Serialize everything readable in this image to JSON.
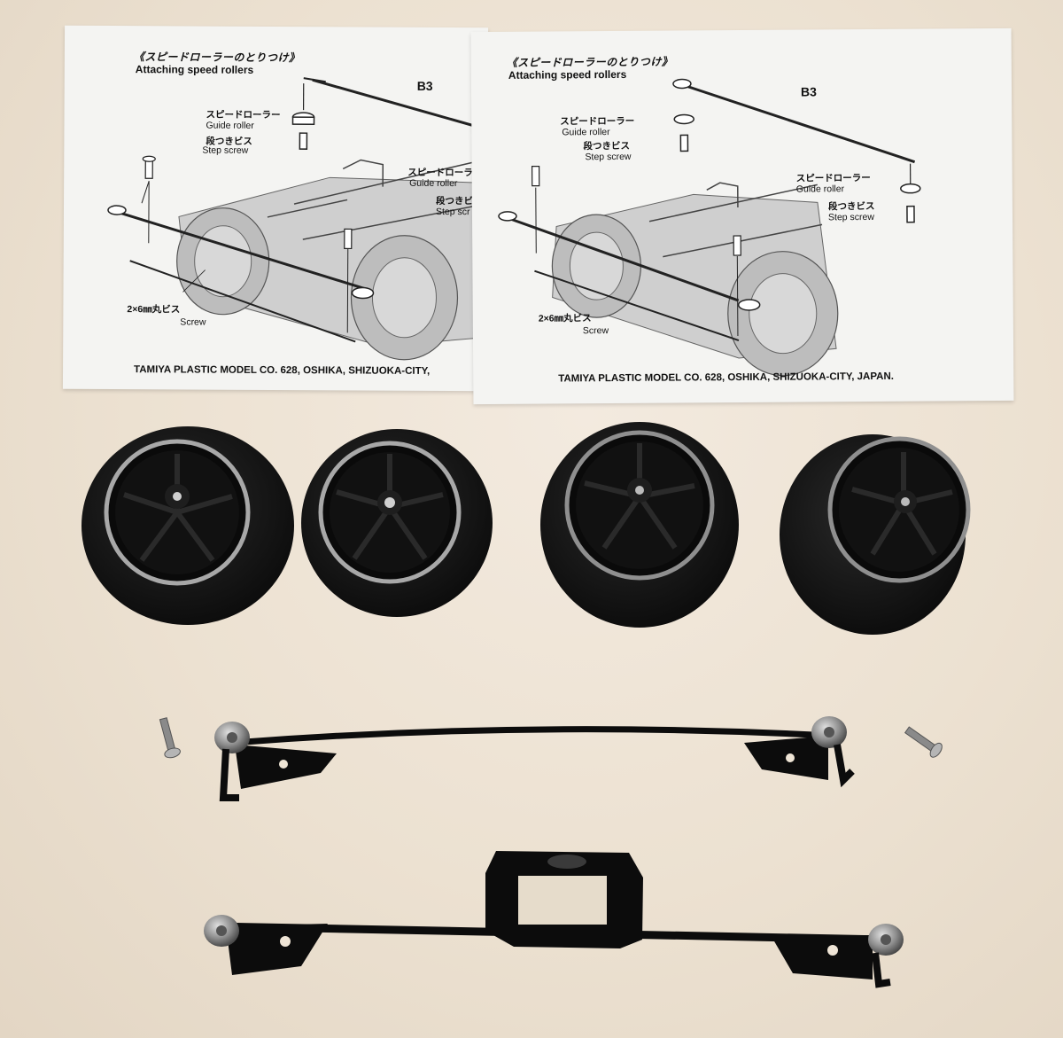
{
  "sheets": [
    {
      "title_jp": "《スピードローラーのとりつけ》",
      "title_en": "Attaching speed rollers",
      "part_code": "B3",
      "guide_roller_jp": "スピードローラー",
      "guide_roller_en": "Guide roller",
      "step_screw_jp": "段つきビス",
      "step_screw_en": "Step screw",
      "guide_roller_jp_2": "スピードローラ",
      "guide_roller_en_2": "Guide roller",
      "step_screw_jp_2": "段つきビ",
      "step_screw_en_2": "Step scr",
      "screw_jp": "2×6㎜丸ビス",
      "screw_en": "Screw",
      "footer": "TAMIYA PLASTIC MODEL CO. 628, OSHIKA, SHIZUOKA-CITY,"
    },
    {
      "title_jp": "《スピードローラーのとりつけ》",
      "title_en": "Attaching speed rollers",
      "part_code": "B3",
      "guide_roller_jp": "スピードローラー",
      "guide_roller_en": "Guide roller",
      "step_screw_jp": "段つきビス",
      "step_screw_en": "Step screw",
      "guide_roller_jp_2": "スピードローラー",
      "guide_roller_en_2": "Guide roller",
      "step_screw_jp_2": "段つきビス",
      "step_screw_en_2": "Step screw",
      "screw_jp": "2×6㎜丸ビス",
      "screw_en": "Screw",
      "footer": "TAMIYA PLASTIC MODEL CO. 628, OSHIKA, SHIZUOKA-CITY, JAPAN."
    }
  ],
  "colors": {
    "background": "#efe5d6",
    "paper": "#f4f4f2",
    "tire": "#151515",
    "rim_silver": "#9a9a9a",
    "plastic_black": "#0c0c0c"
  }
}
